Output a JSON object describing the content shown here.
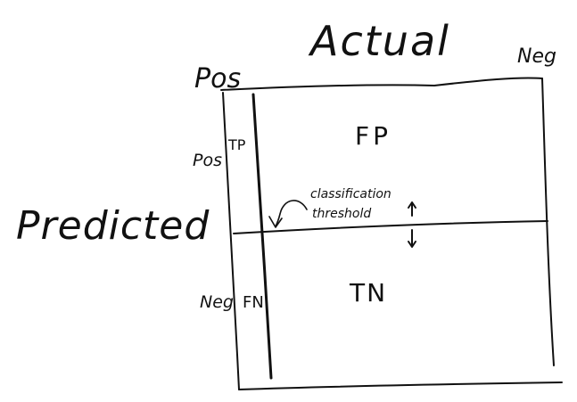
{
  "diagram": {
    "title": "Actual",
    "axis_y_title": "Predicted",
    "actual_pos": "Pos",
    "actual_neg": "Neg",
    "pred_pos": "Pos",
    "pred_neg": "Neg",
    "cells": {
      "tp": "TP",
      "fp": "FP",
      "fn": "FN",
      "tn": "TN"
    },
    "annotation": {
      "line1": "classification",
      "line2": "threshold"
    }
  },
  "colors": {
    "ink": "#111111",
    "background": "#ffffff"
  }
}
